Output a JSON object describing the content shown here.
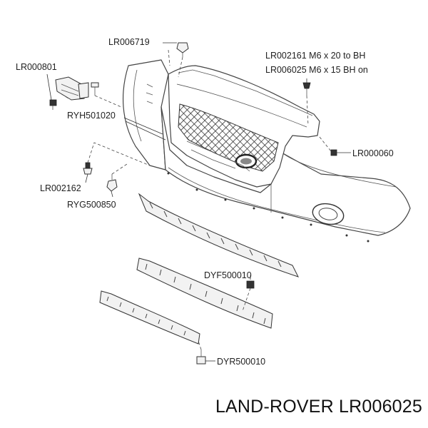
{
  "labels": {
    "lr006719": "LR006719",
    "lr000801": "LR000801",
    "lr002161": "LR002161 M6 x 20 to BH",
    "lr006025": "LR006025 M6 x 15 BH on",
    "ryh501020": "RYH501020",
    "lr000060": "LR000060",
    "lr002162": "LR002162",
    "ryg500850": "RYG500850",
    "dyf500010": "DYF500010",
    "dyr500010": "DYR500010"
  },
  "caption": "LAND-ROVER LR006025"
}
